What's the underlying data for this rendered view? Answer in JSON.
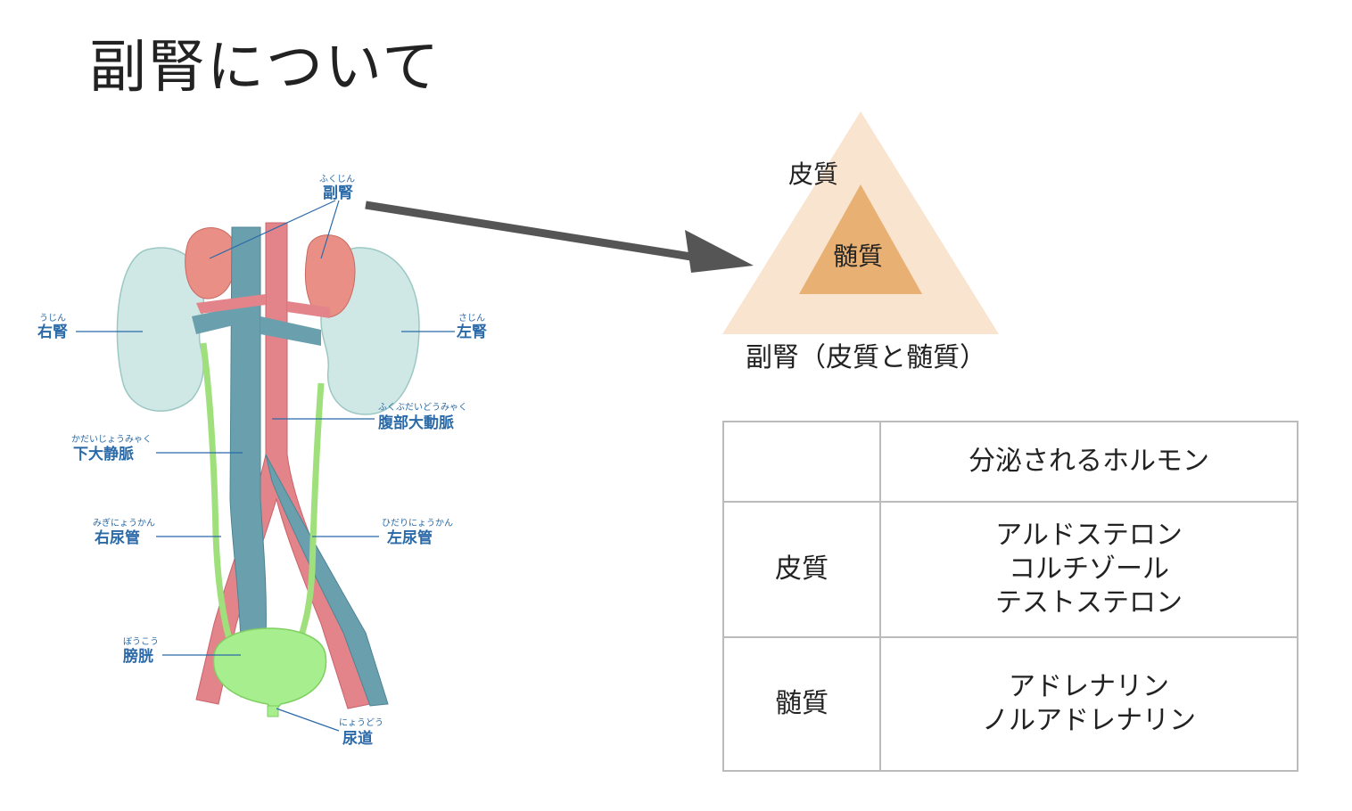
{
  "title": "副腎について",
  "diagram": {
    "labels": {
      "adrenal": "副腎",
      "adrenal_ruby": "ふくじん",
      "right_kidney": "右腎",
      "right_kidney_ruby": "うじん",
      "left_kidney": "左腎",
      "left_kidney_ruby": "さじん",
      "aorta": "腹部大動脈",
      "aorta_ruby": "ふくぶだいどうみゃく",
      "vena_cava": "下大静脈",
      "vena_cava_ruby": "かだいじょうみゃく",
      "right_ureter": "右尿管",
      "right_ureter_ruby": "みぎにょうかん",
      "left_ureter": "左尿管",
      "left_ureter_ruby": "ひだりにょうかん",
      "bladder": "膀胱",
      "bladder_ruby": "ぼうこう",
      "urethra": "尿道",
      "urethra_ruby": "にょうどう"
    },
    "colors": {
      "kidney": "#cfe8e6",
      "adrenal": "#e98f86",
      "artery": "#e3848a",
      "vein": "#6aa0ae",
      "ureter": "#9fe07c",
      "bladder": "#a7ee8f",
      "label": "#2b6aa8"
    }
  },
  "triangle": {
    "outer_label": "皮質",
    "inner_label": "髄質",
    "caption": "副腎（皮質と髄質）",
    "outer_color": "#f9e4cf",
    "inner_color": "#e8b072"
  },
  "arrow_color": "#555555",
  "table": {
    "header": [
      "",
      "分泌されるホルモン"
    ],
    "rows": [
      {
        "label": "皮質",
        "hormones": [
          "アルドステロン",
          "コルチゾール",
          "テストステロン"
        ]
      },
      {
        "label": "髄質",
        "hormones": [
          "アドレナリン",
          "ノルアドレナリン"
        ]
      }
    ]
  }
}
